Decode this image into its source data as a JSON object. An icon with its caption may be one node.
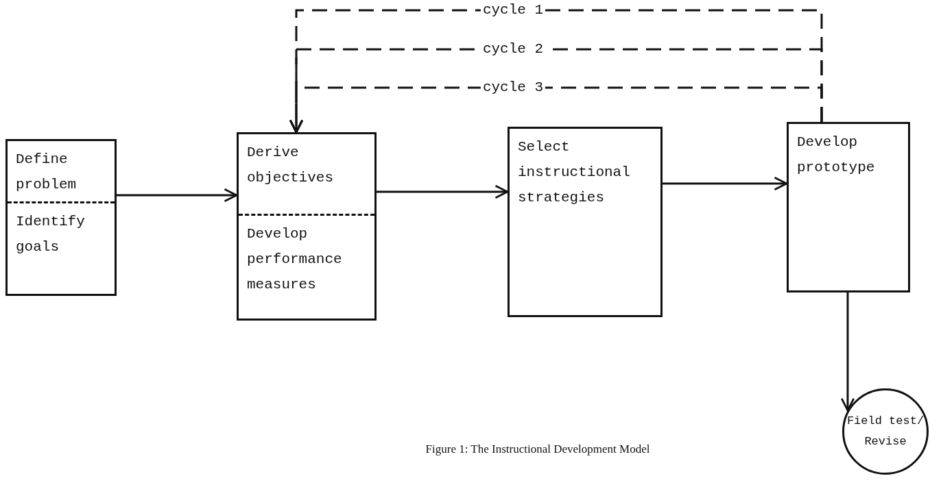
{
  "diagram": {
    "caption": "Figure 1: The Instructional Development Model",
    "nodes": [
      {
        "text": [
          "Define problem",
          "Identify goals"
        ]
      },
      {
        "text": [
          "Derive objectives",
          "Develop performance measures"
        ]
      },
      {
        "text": [
          "Select instructional strategies"
        ]
      },
      {
        "text": [
          "Develop prototype"
        ]
      },
      {
        "text": [
          "Field test/ Revise"
        ]
      }
    ],
    "edges": [
      {
        "from": 0,
        "to": 1,
        "arrow": "to"
      },
      {
        "from": 1,
        "to": 2,
        "arrow": "to"
      },
      {
        "from": 2,
        "to": 3,
        "arrow": "to"
      },
      {
        "from": 3,
        "to": 4,
        "arrow": "to"
      },
      {
        "from": 3,
        "to": 1,
        "arrow": "to",
        "label": "cycle 1",
        "style": "dashed"
      },
      {
        "from": 3,
        "to": 1,
        "arrow": "to",
        "label": "cycle 2",
        "style": "dashed"
      },
      {
        "from": 3,
        "to": 1,
        "arrow": "to",
        "label": "cycle 3",
        "style": "dashed"
      }
    ]
  }
}
